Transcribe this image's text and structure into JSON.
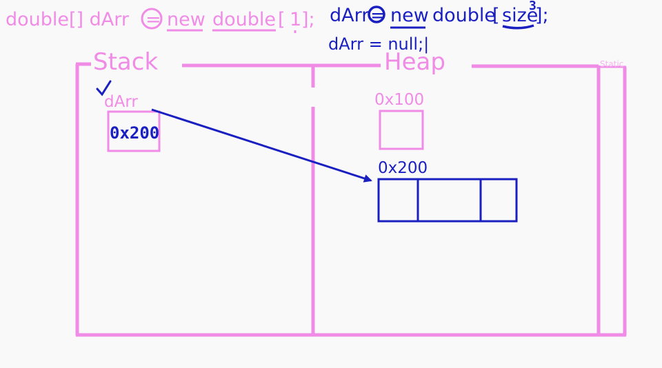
{
  "code": {
    "line1": "double[] dArr = new double[1];",
    "line1_parts": {
      "decl": "double[] dArr",
      "assign": "=",
      "kw_new": "new",
      "type": "double",
      "bracket_open": "[",
      "size": "1",
      "bracket_close": "];"
    },
    "line2_parts": {
      "var": "dArr",
      "assign": "=",
      "kw_new": "new",
      "type": "double",
      "bracket_open": "[",
      "size": "size",
      "bracket_close": "];",
      "annotation": "3"
    },
    "line3": "dArr = null;|"
  },
  "regions": {
    "stack": "Stack",
    "heap": "Heap",
    "static": "Static"
  },
  "stack": {
    "check_mark": "✓",
    "variable_name": "dArr",
    "variable_value": "0x200"
  },
  "heap": {
    "old_object_address": "0x100",
    "new_object_address": "0x200",
    "new_array_length": 3
  },
  "colors": {
    "pink": "#f08be6",
    "blue": "#1a1fc0",
    "background": "#f9f9fa"
  }
}
